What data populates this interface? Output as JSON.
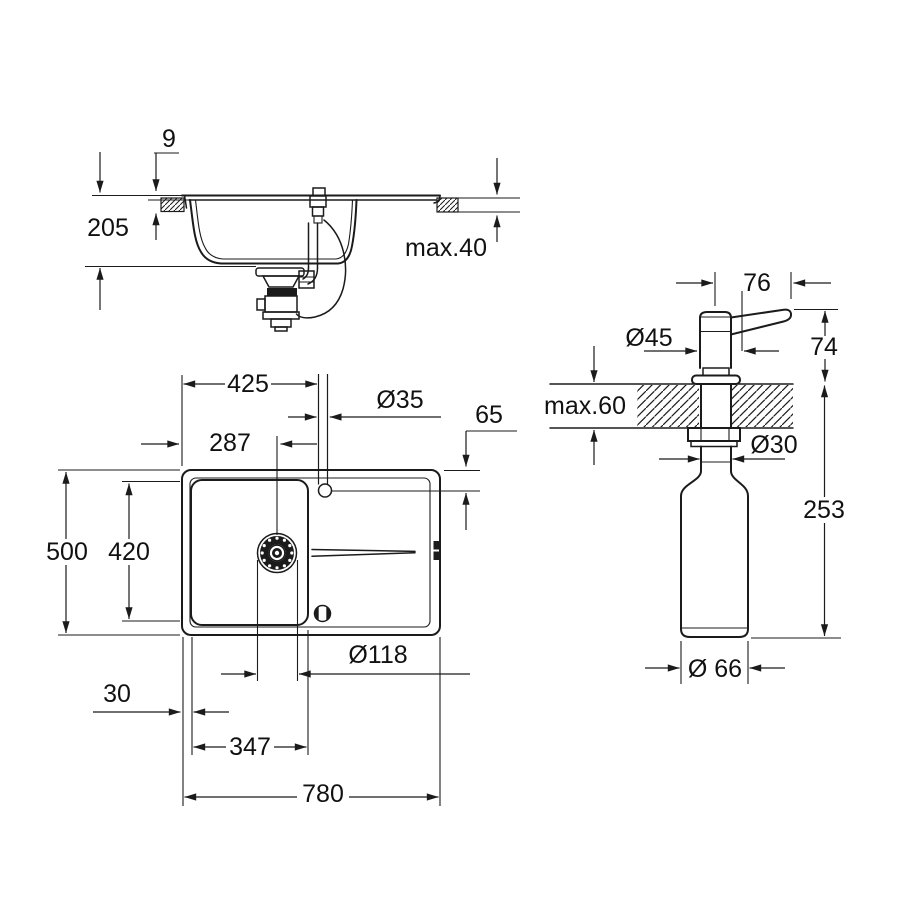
{
  "drawing": {
    "kind": "technical dimension drawing",
    "subject": "kitchen sink with drainer (section and plan) and soap dispenser",
    "colors": {
      "line": "#1b1b1b",
      "background": "#ffffff",
      "text": "#111111"
    }
  },
  "views": {
    "sink_side": {
      "title": "sink side section",
      "labels": {
        "rim_height": "9",
        "bowl_depth": "205",
        "worktop_thickness": "max.40"
      }
    },
    "sink_plan": {
      "title": "sink plan view",
      "labels": {
        "tap_hole_from_left": "425",
        "tap_hole_diameter": "Ø35",
        "tap_hole_from_front": "65",
        "drain_from_left": "287",
        "overall_depth": "500",
        "bowl_inner_depth": "420",
        "drain_diameter": "Ø118",
        "bowl_offset_left": "30",
        "bowl_inner_width": "347",
        "overall_width": "780"
      }
    },
    "dispenser": {
      "title": "soap dispenser side view",
      "labels": {
        "spout_reach": "76",
        "head_diameter": "Ø45",
        "height_above_worktop": "74",
        "worktop_thickness": "max.60",
        "shank_diameter": "Ø30",
        "height_below_worktop": "253",
        "bottle_diameter": "Ø 66"
      }
    }
  }
}
